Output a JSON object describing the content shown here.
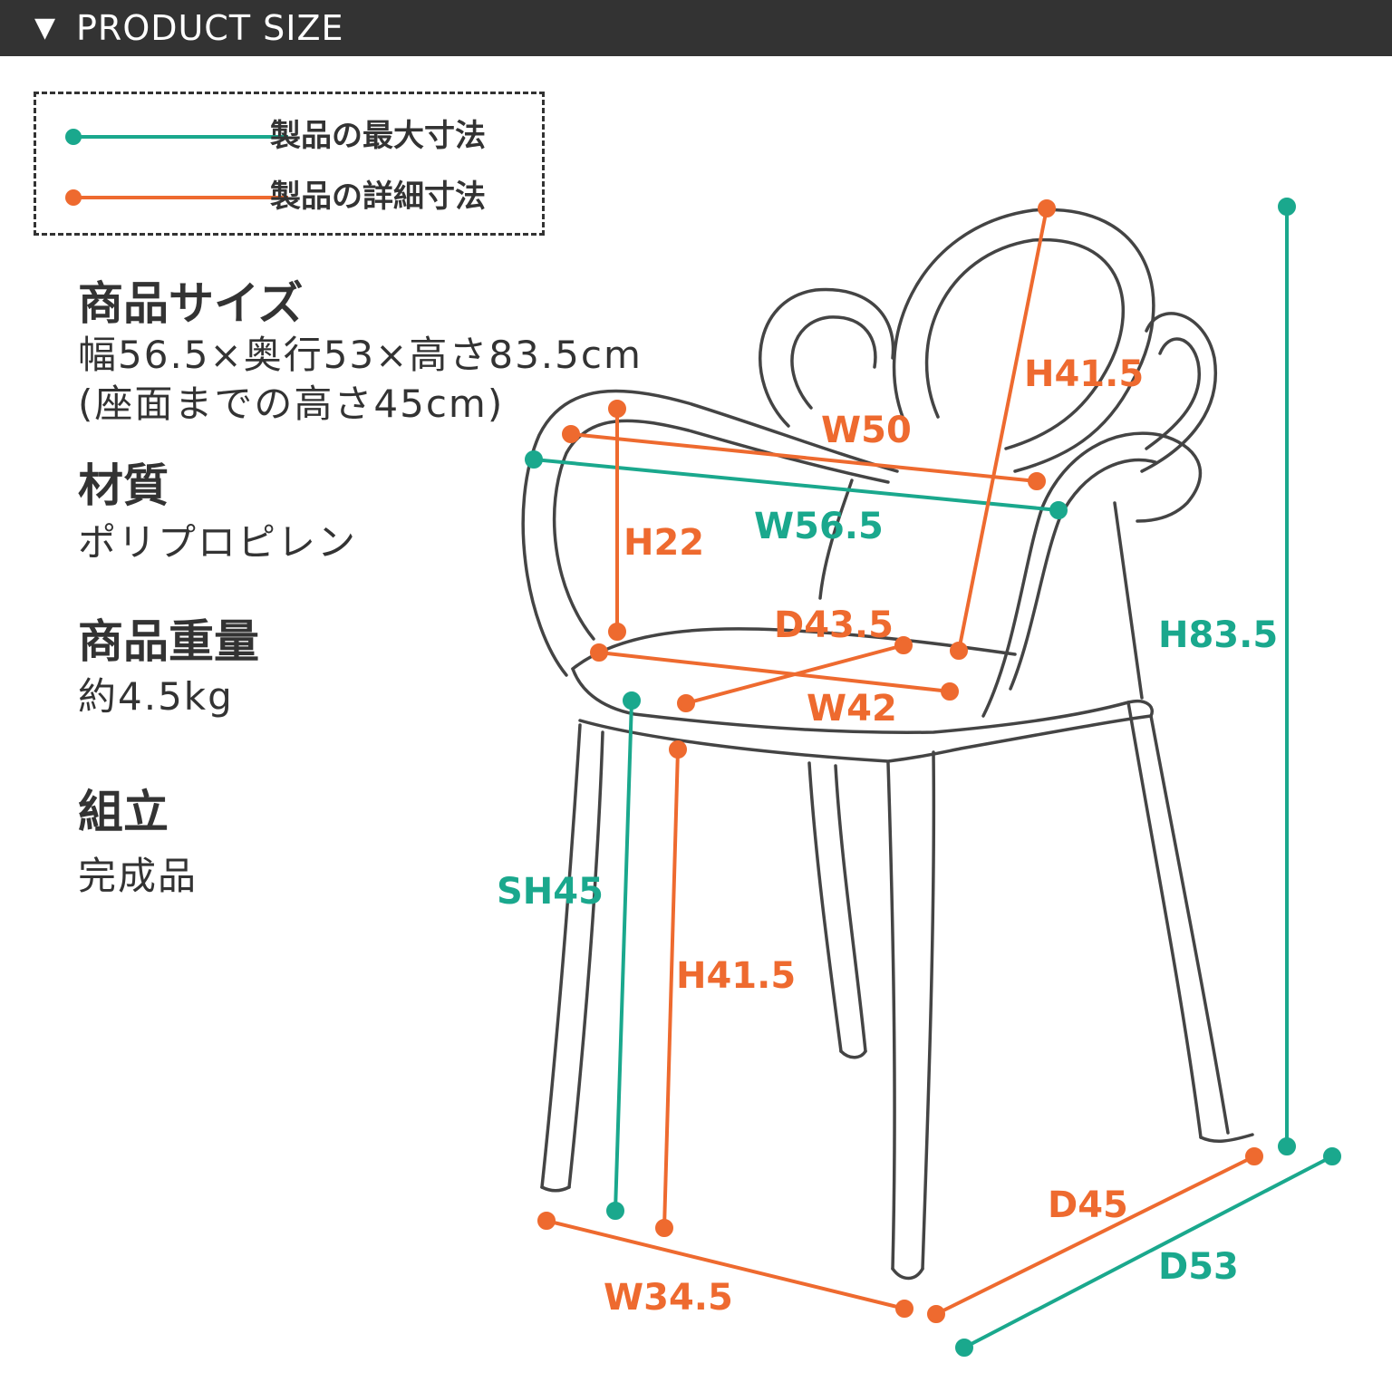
{
  "header": {
    "marker": "▼",
    "title": "PRODUCT SIZE"
  },
  "legend": [
    {
      "label": "製品の最大寸法",
      "color": "#1aa88d"
    },
    {
      "label": "製品の詳細寸法",
      "color": "#ee6a2f"
    }
  ],
  "specs": {
    "size": {
      "title": "商品サイズ",
      "lines": [
        "幅56.5×奥行53×高さ83.5cm",
        "(座面までの高さ45cm)"
      ]
    },
    "material": {
      "title": "材質",
      "value": "ポリプロピレン"
    },
    "weight": {
      "title": "商品重量",
      "value": "約4.5kg"
    },
    "assembly": {
      "title": "組立",
      "value": "完成品"
    }
  },
  "colors": {
    "max": "#1aa88d",
    "detail": "#ee6a2f",
    "outline": "#444444"
  },
  "dimensions": {
    "back_height": "H41.5",
    "back_width": "W50",
    "overall_width": "W56.5",
    "arm_height": "H22",
    "seat_depth": "D43.5",
    "seat_width": "W42",
    "overall_height": "H83.5",
    "seat_height": "SH45",
    "leg_height": "H41.5",
    "leg_depth": "D45",
    "overall_depth": "D53",
    "leg_width": "W34.5"
  }
}
